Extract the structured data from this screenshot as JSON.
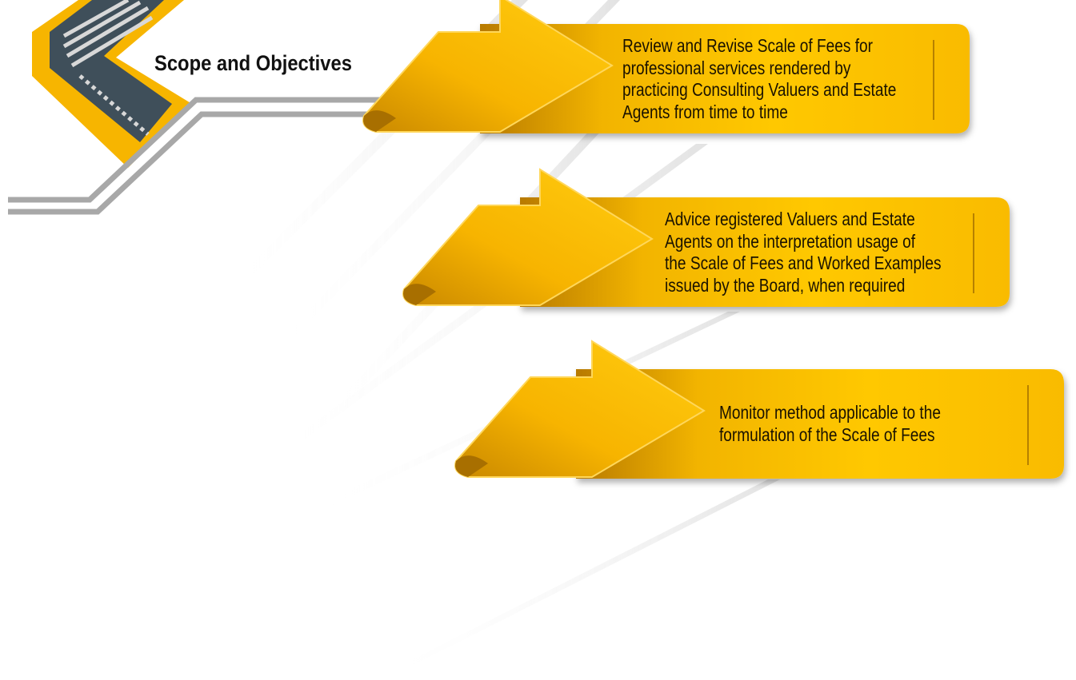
{
  "title": "Scope and Objectives",
  "colors": {
    "accent": "#f7b500",
    "dark": "#3f4f5a",
    "gray": "#a8a8a8"
  },
  "objectives": [
    {
      "lines": [
        "Review and Revise Scale of Fees for",
        "professional services rendered by",
        "practicing Consulting Valuers and Estate",
        "Agents from time to time"
      ]
    },
    {
      "lines": [
        "Advice registered Valuers and Estate",
        "Agents on the interpretation usage of",
        "the Scale of Fees and Worked Examples",
        "issued by the Board, when required"
      ]
    },
    {
      "lines": [
        "Monitor method applicable to the",
        "formulation of the Scale of Fees"
      ]
    }
  ]
}
